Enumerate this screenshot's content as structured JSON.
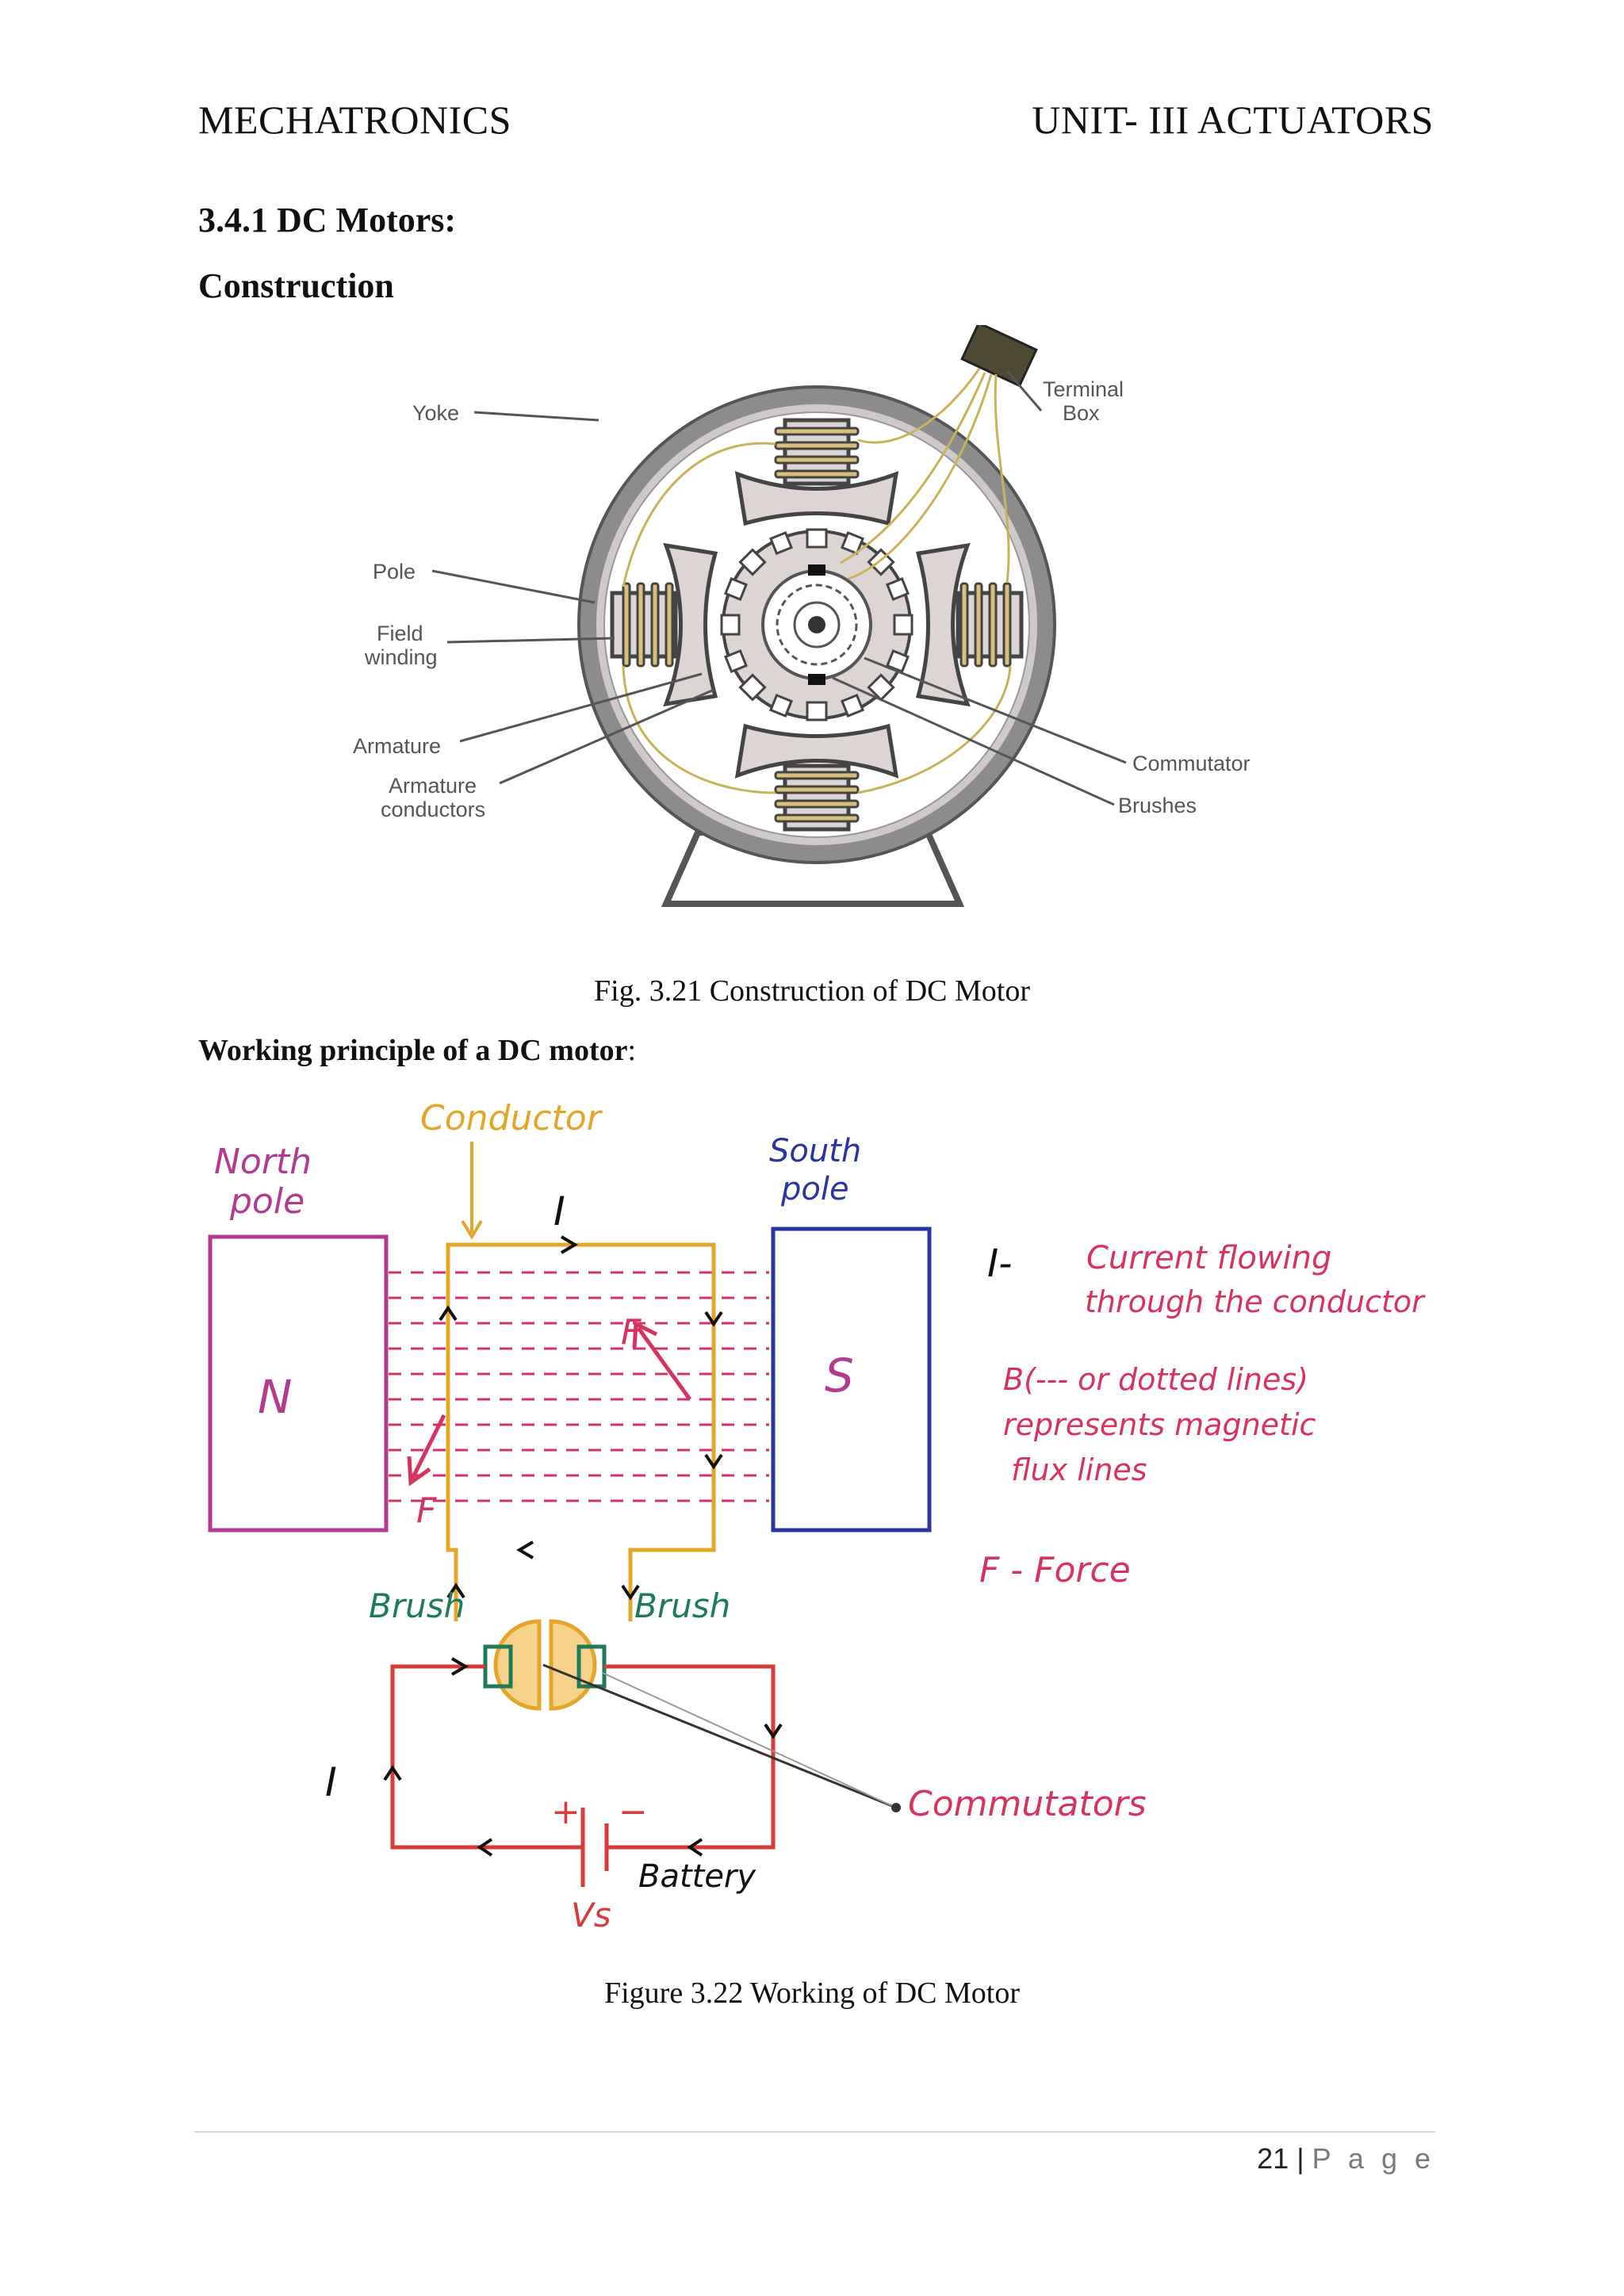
{
  "header": {
    "left": "MECHATRONICS",
    "right": "UNIT- III ACTUATORS"
  },
  "section_heading": "3.4.1 DC Motors:",
  "sub_heading": "Construction",
  "figure1": {
    "caption": "Fig. 3.21 Construction of DC Motor",
    "labels": {
      "yoke": "Yoke",
      "terminal_box_1": "Terminal",
      "terminal_box_2": "Box",
      "pole": "Pole",
      "field_winding_1": "Field",
      "field_winding_2": "winding",
      "armature": "Armature",
      "armature_conductors_1": "Armature",
      "armature_conductors_2": "conductors",
      "commutator": "Commutator",
      "brushes": "Brushes"
    }
  },
  "working_heading": {
    "bold": "Working principle of a DC motor",
    "tail": ":"
  },
  "figure2": {
    "caption": "Figure 3.22 Working of DC Motor",
    "labels": {
      "conductor": "Conductor",
      "north_1": "North",
      "north_2": "pole",
      "south_1": "South",
      "south_2": "pole",
      "n": "N",
      "s": "S",
      "i_top": "I",
      "f_mid": "F",
      "f_left": "F",
      "brush_left": "Brush",
      "brush_right": "Brush",
      "i_left": "I",
      "plus": "+",
      "minus": "−",
      "battery": "Battery",
      "vs": "Vs",
      "commutators": "Commutators",
      "legend_i_symbol": "I-",
      "legend_i_1": "Current flowing",
      "legend_i_2": "through the conductor",
      "legend_b_1": "B(--- or dotted lines)",
      "legend_b_2": "represents magnetic",
      "legend_b_3": "flux lines",
      "legend_f": "F - Force"
    }
  },
  "footer": {
    "page_number": "21",
    "separator": "|",
    "page_word": "P a g e"
  }
}
